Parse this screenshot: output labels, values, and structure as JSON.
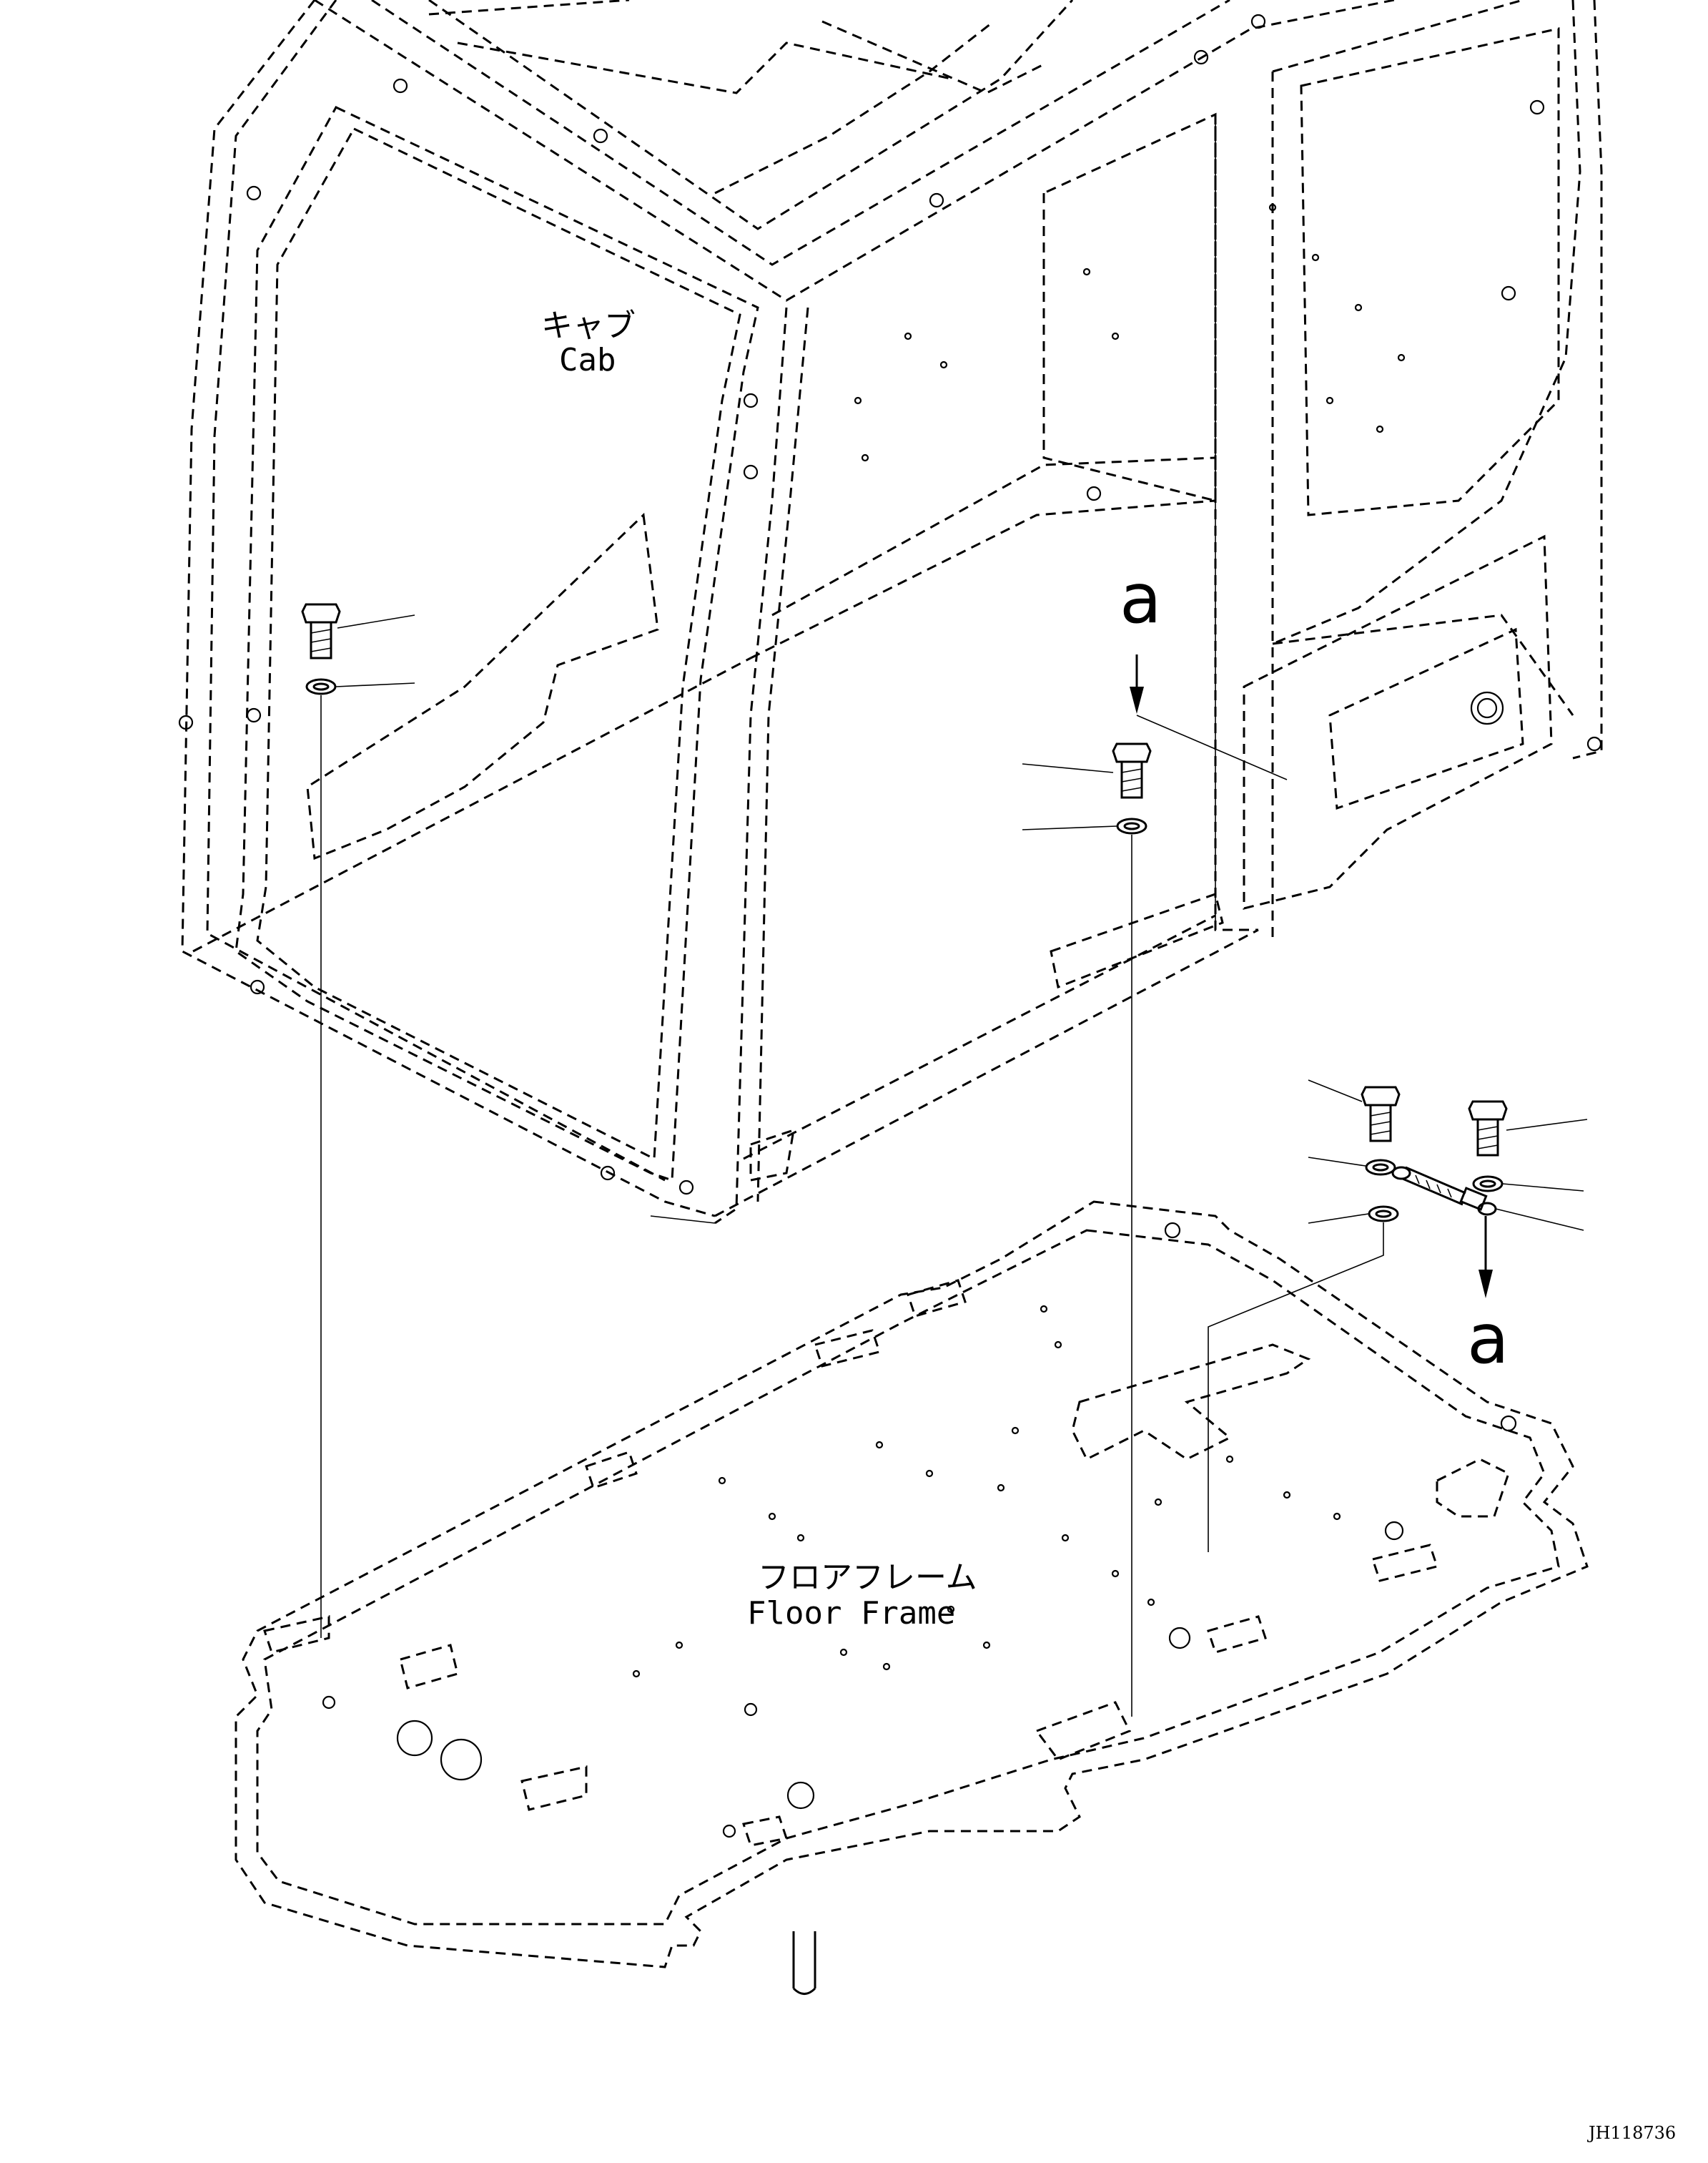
{
  "labels": {
    "cab_jp": "キャブ",
    "cab_en": "Cab",
    "floor_jp": "フロアフレーム",
    "floor_en": "Floor Frame",
    "marker_a_top": "a",
    "marker_a_bottom": "a",
    "drawing_code": "JH118736"
  }
}
